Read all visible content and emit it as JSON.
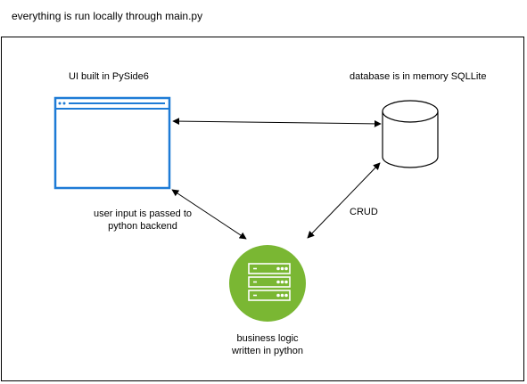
{
  "title": "everything is run locally through main.py",
  "nodes": {
    "ui": {
      "label": "UI built in PySide6",
      "icon": "browser-window-icon",
      "color": "#1e7bd6"
    },
    "database": {
      "label": "database is in memory SQLLite",
      "icon": "database-cylinder-icon"
    },
    "logic": {
      "label_line1": "business logic",
      "label_line2": "written in python",
      "icon": "server-rack-icon",
      "color": "#7ab733"
    }
  },
  "edges": {
    "ui_logic": {
      "label_line1": "user input is passed to",
      "label_line2": "python backend"
    },
    "db_logic": {
      "label": "CRUD"
    },
    "ui_db": {
      "label": ""
    }
  }
}
